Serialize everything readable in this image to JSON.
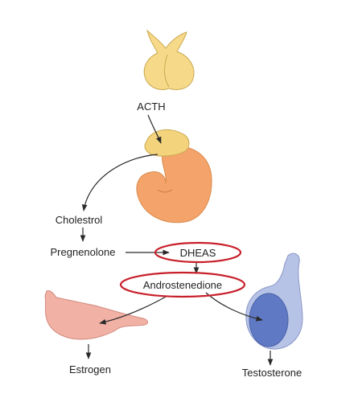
{
  "labels": {
    "acth": "ACTH",
    "cholestrol": "Cholestrol",
    "pregnenolone": "Pregnenolone",
    "dheas": "DHEAS",
    "androstenedione": "Androstenedione",
    "estrogen": "Estrogen",
    "testosterone": "Testosterone"
  },
  "highlighted": [
    "DHEAS",
    "Androstenedione"
  ],
  "colors": {
    "pituitary": "#f7d98a",
    "adrenal": "#f3d37c",
    "kidney": "#f4a46a",
    "ovary": "#f2b1a5",
    "testis_outer": "#b7c3e6",
    "testis_inner": "#5f79c4",
    "highlight": "#c8202b",
    "arrow": "#2a2a2a"
  }
}
